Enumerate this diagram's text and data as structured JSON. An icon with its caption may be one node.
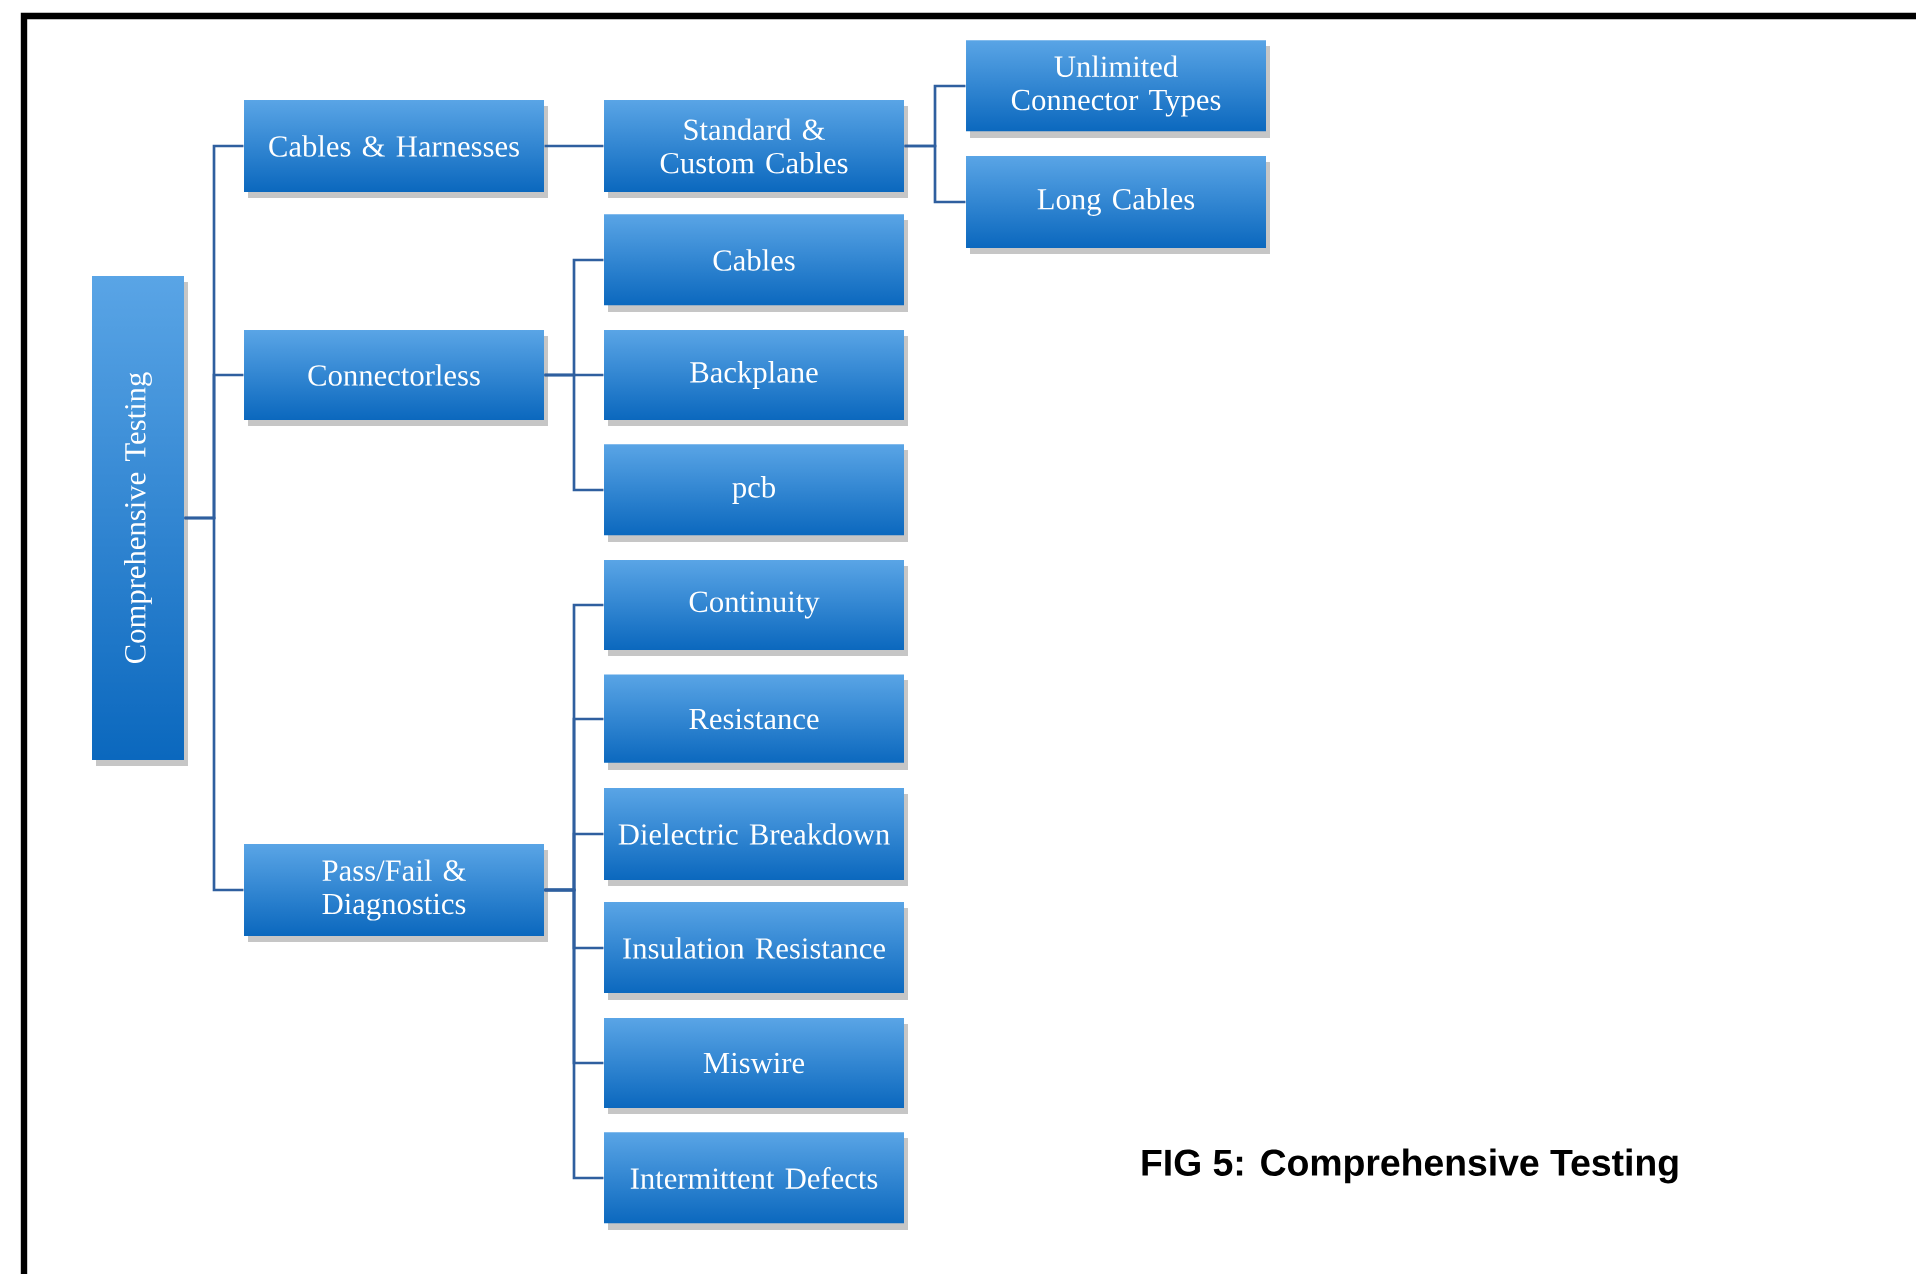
{
  "diagram": {
    "caption": "FIG 5: Comprehensive Testing",
    "nodes": [
      {
        "text": [
          "Comprehensive Testing"
        ]
      },
      {
        "text": [
          "Cables & Harnesses"
        ]
      },
      {
        "text": [
          "Connectorless"
        ]
      },
      {
        "text": [
          "Pass/Fail & Diagnostics"
        ]
      },
      {
        "text": [
          "Standard & Custom Cables"
        ]
      },
      {
        "text": [
          "Unlimited Connector Types"
        ]
      },
      {
        "text": [
          "Long Cables"
        ]
      },
      {
        "text": [
          "Cables"
        ]
      },
      {
        "text": [
          "Backplane"
        ]
      },
      {
        "text": [
          "pcb"
        ]
      },
      {
        "text": [
          "Continuity"
        ]
      },
      {
        "text": [
          "Resistance"
        ]
      },
      {
        "text": [
          "Dielectric Breakdown"
        ]
      },
      {
        "text": [
          "Insulation Resistance"
        ]
      },
      {
        "text": [
          "Miswire"
        ]
      },
      {
        "text": [
          "Intermittent Defects"
        ]
      }
    ],
    "edges": [
      {
        "from": 0,
        "to": 1,
        "arrow": "none"
      },
      {
        "from": 0,
        "to": 2,
        "arrow": "none"
      },
      {
        "from": 0,
        "to": 3,
        "arrow": "none"
      },
      {
        "from": 1,
        "to": 4,
        "arrow": "none"
      },
      {
        "from": 4,
        "to": 5,
        "arrow": "none"
      },
      {
        "from": 4,
        "to": 6,
        "arrow": "none"
      },
      {
        "from": 2,
        "to": 7,
        "arrow": "none"
      },
      {
        "from": 2,
        "to": 8,
        "arrow": "none"
      },
      {
        "from": 2,
        "to": 9,
        "arrow": "none"
      },
      {
        "from": 3,
        "to": 10,
        "arrow": "none"
      },
      {
        "from": 3,
        "to": 11,
        "arrow": "none"
      },
      {
        "from": 3,
        "to": 12,
        "arrow": "none"
      },
      {
        "from": 3,
        "to": 13,
        "arrow": "none"
      },
      {
        "from": 3,
        "to": 14,
        "arrow": "none"
      },
      {
        "from": 3,
        "to": 15,
        "arrow": "none"
      }
    ]
  }
}
